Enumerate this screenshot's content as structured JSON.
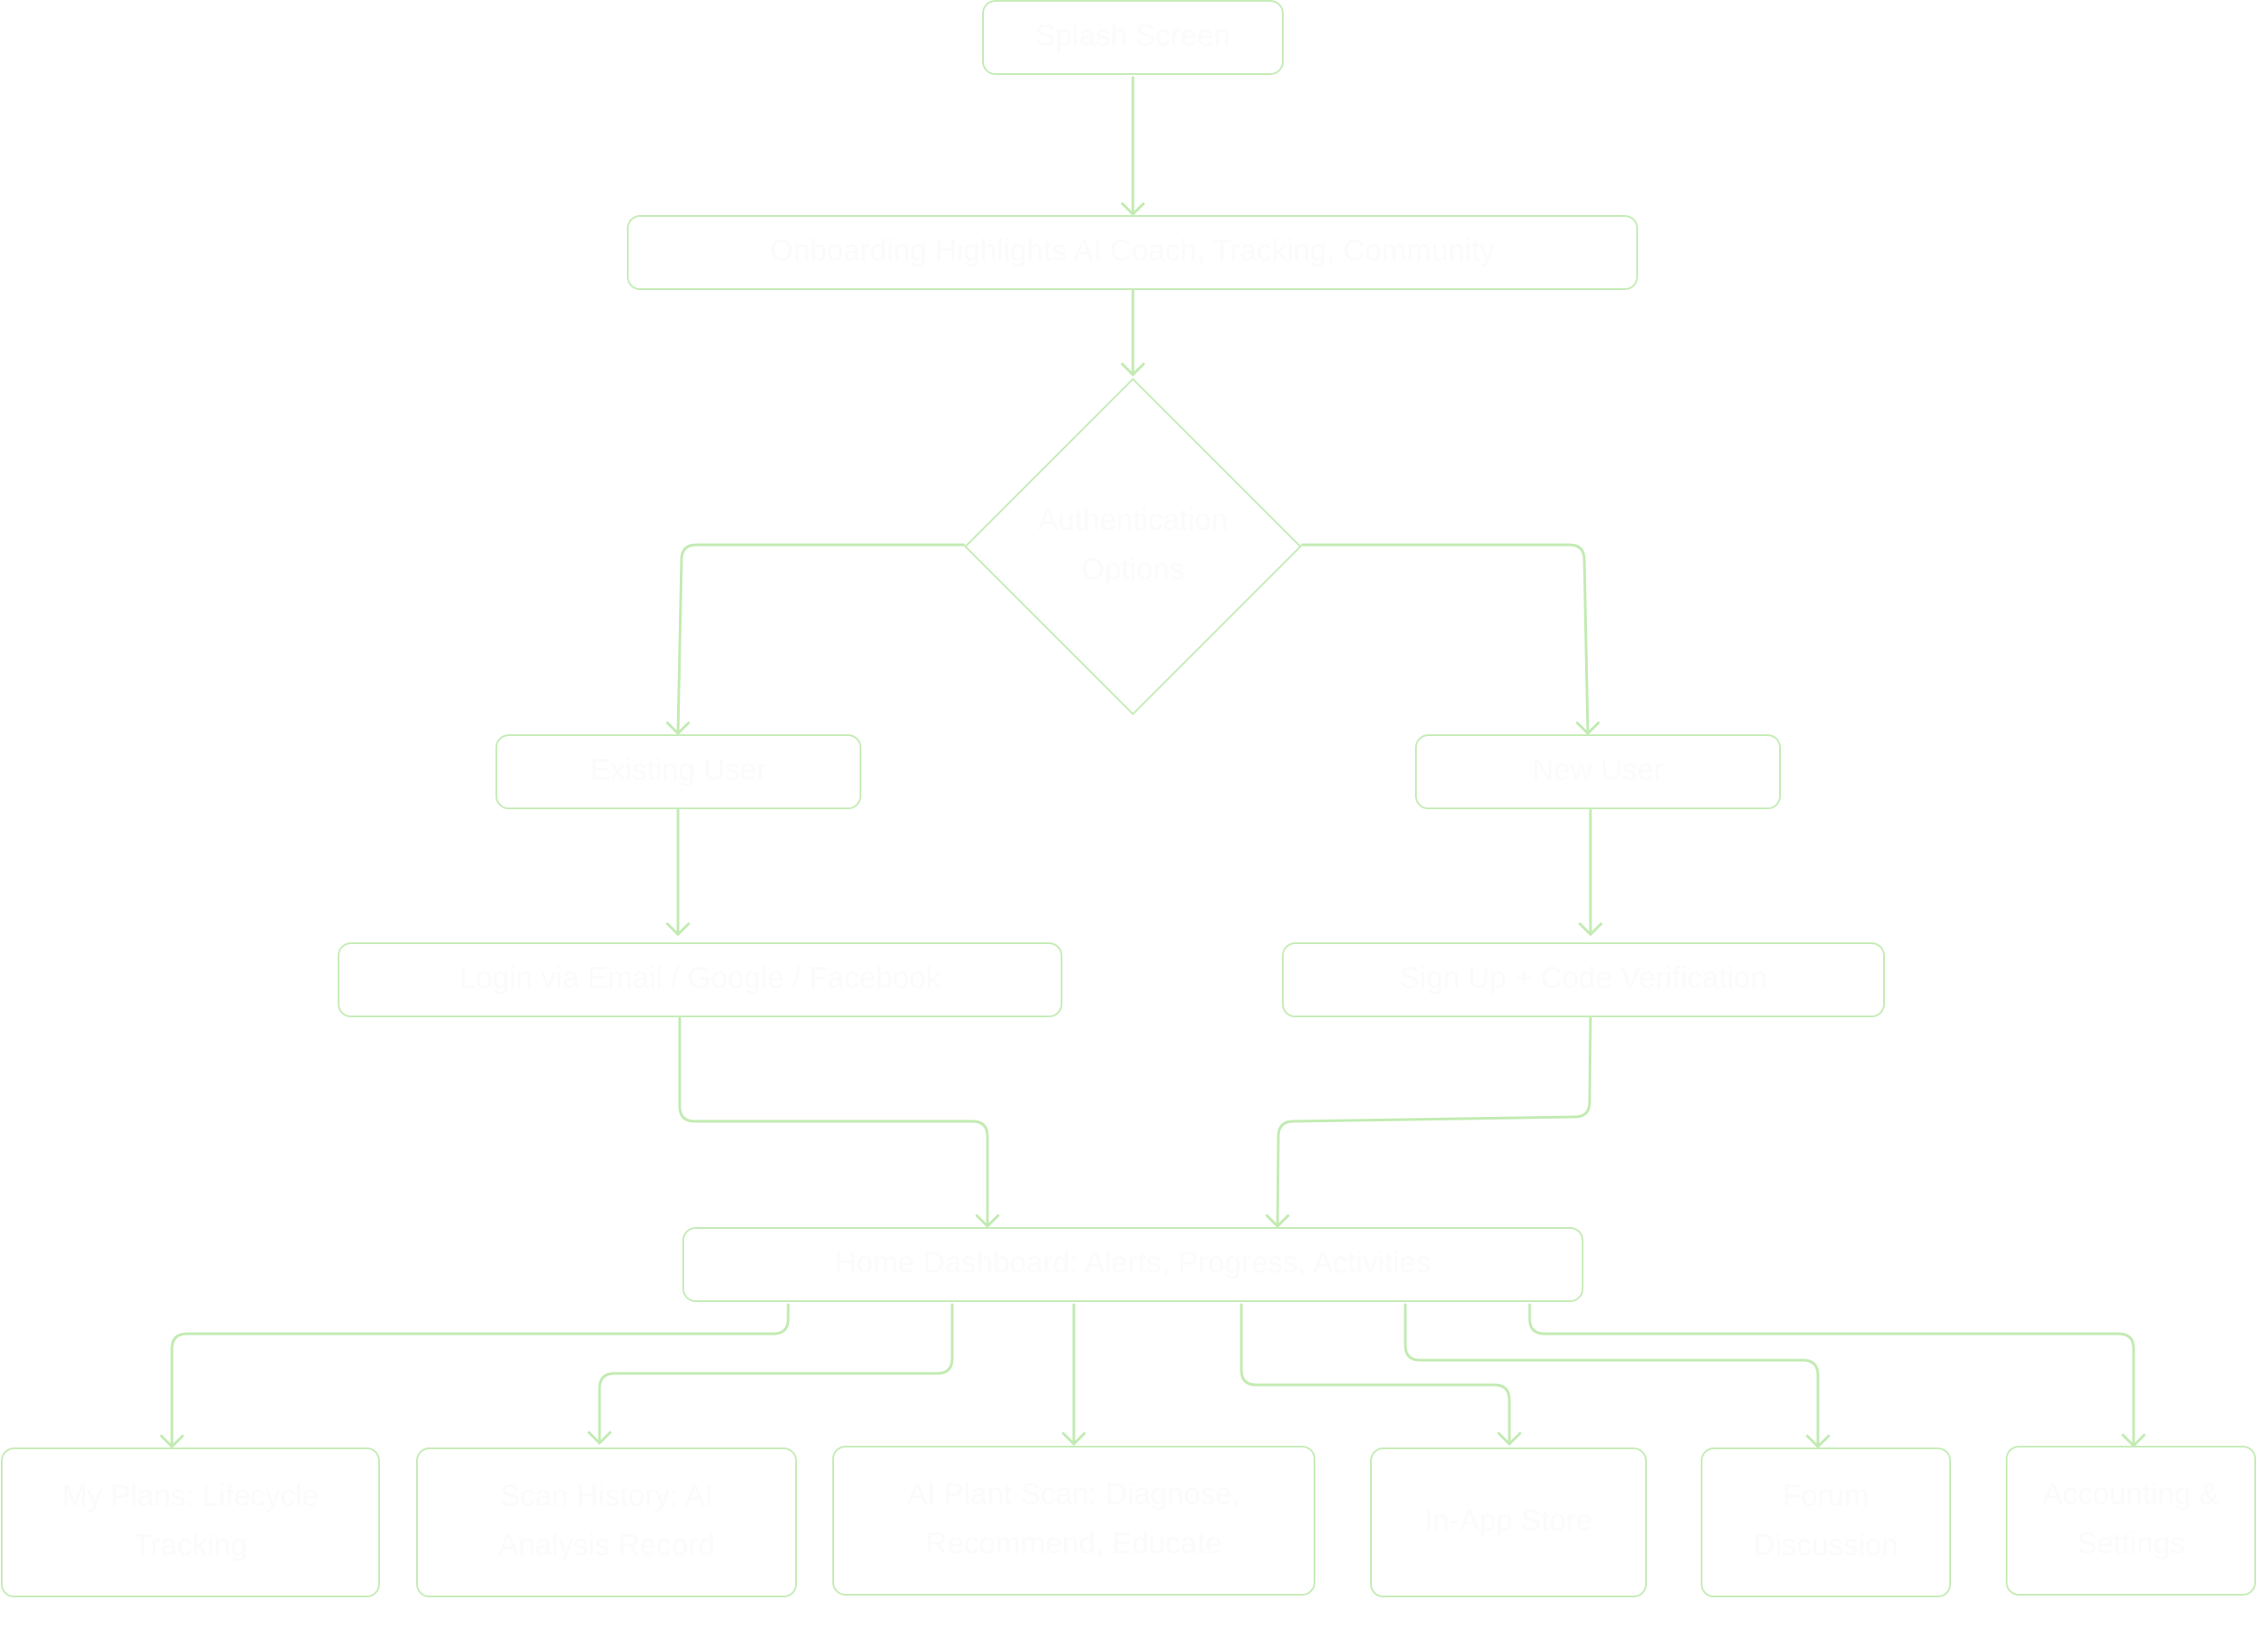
{
  "diagram": {
    "type": "flowchart",
    "colors": {
      "stroke": "#c2ebb2",
      "node_border": "#c6ecb8",
      "node_fill": "#ffffff",
      "text": "#fbfbfb"
    },
    "nodes": {
      "splash": {
        "lines": [
          "Splash Screen"
        ]
      },
      "onboarding": {
        "lines": [
          "Onboarding Highlights AI Coach, Tracking, Community"
        ]
      },
      "auth": {
        "lines": [
          "Authentication",
          "Options"
        ]
      },
      "existing_user": {
        "lines": [
          "Existing User"
        ]
      },
      "new_user": {
        "lines": [
          "New User"
        ]
      },
      "login": {
        "lines": [
          "Login via Email / Google / Facebook"
        ]
      },
      "signup": {
        "lines": [
          "Sign Up + Code Verification"
        ]
      },
      "home": {
        "lines": [
          "Home Dashboard: Alerts, Progress, Activities"
        ]
      },
      "my_plans": {
        "lines": [
          "My Plans: Lifecycle",
          "Tracking"
        ]
      },
      "scan_history": {
        "lines": [
          "Scan History: AI",
          "Analysis Record"
        ]
      },
      "ai_scan": {
        "lines": [
          "AI Plant Scan: Diagnose,",
          "Recommend, Educate"
        ]
      },
      "store": {
        "lines": [
          "In-App Store"
        ]
      },
      "forum": {
        "lines": [
          "Forum",
          "Discussion"
        ]
      },
      "account": {
        "lines": [
          "Accounting &",
          "Settings"
        ]
      }
    },
    "edges": [
      {
        "from": "splash",
        "to": "onboarding"
      },
      {
        "from": "onboarding",
        "to": "auth"
      },
      {
        "from": "auth",
        "to": "existing_user"
      },
      {
        "from": "auth",
        "to": "new_user"
      },
      {
        "from": "existing_user",
        "to": "login"
      },
      {
        "from": "new_user",
        "to": "signup"
      },
      {
        "from": "login",
        "to": "home"
      },
      {
        "from": "signup",
        "to": "home"
      },
      {
        "from": "home",
        "to": "my_plans"
      },
      {
        "from": "home",
        "to": "scan_history"
      },
      {
        "from": "home",
        "to": "ai_scan"
      },
      {
        "from": "home",
        "to": "store"
      },
      {
        "from": "home",
        "to": "forum"
      },
      {
        "from": "home",
        "to": "account"
      }
    ]
  }
}
